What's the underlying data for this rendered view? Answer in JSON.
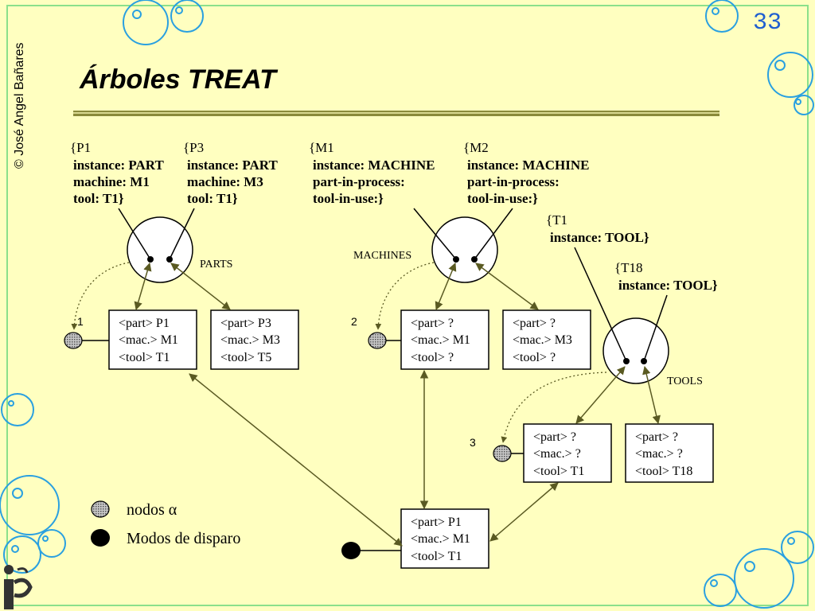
{
  "slide": {
    "page_number": "33",
    "author": "© José Angel Bañares",
    "title": "Árboles TREAT"
  },
  "wmes": {
    "p1": [
      "{P1",
      "instance: PART",
      "machine: M1",
      "tool: T1}"
    ],
    "p3": [
      "{P3",
      "instance: PART",
      "machine: M3",
      "tool: T1}"
    ],
    "m1": [
      "{M1",
      "instance: MACHINE",
      "part-in-process:",
      "tool-in-use:}"
    ],
    "m2": [
      "{M2",
      "instance: MACHINE",
      "part-in-process:",
      "tool-in-use:}"
    ],
    "t1": [
      "{T1",
      "instance: TOOL}"
    ],
    "t18": [
      "{T18",
      "instance: TOOL}"
    ]
  },
  "memories": {
    "parts": "PARTS",
    "machines": "MACHINES",
    "tools": "TOOLS"
  },
  "node_numbers": [
    "1",
    "2",
    "3"
  ],
  "tokens": {
    "n1a": [
      "<part> P1",
      "<mac.> M1",
      "<tool> T1"
    ],
    "n1b": [
      "<part> P3",
      "<mac.> M3",
      "<tool> T5"
    ],
    "n2a": [
      "<part> ?",
      "<mac.> M1",
      "<tool> ?"
    ],
    "n2b": [
      "<part> ?",
      "<mac.> M3",
      "<tool> ?"
    ],
    "n3a": [
      "<part> ?",
      "<mac.> ?",
      "<tool> T1"
    ],
    "n3b": [
      "<part> ?",
      "<mac.> ?",
      "<tool> T18"
    ],
    "conflict": [
      "<part> P1",
      "<mac.> M1",
      "<tool> T1"
    ]
  },
  "legend": {
    "alpha_nodes": "nodos α",
    "fire_modes": "Modos de disparo"
  },
  "colors": {
    "background": "#ffffc0",
    "frame": "#8be08b",
    "arrow": "#5a5a22",
    "bubble": "#2aa0e0",
    "rule": "#8a8a3a",
    "page_number": "#1f5fd0"
  }
}
